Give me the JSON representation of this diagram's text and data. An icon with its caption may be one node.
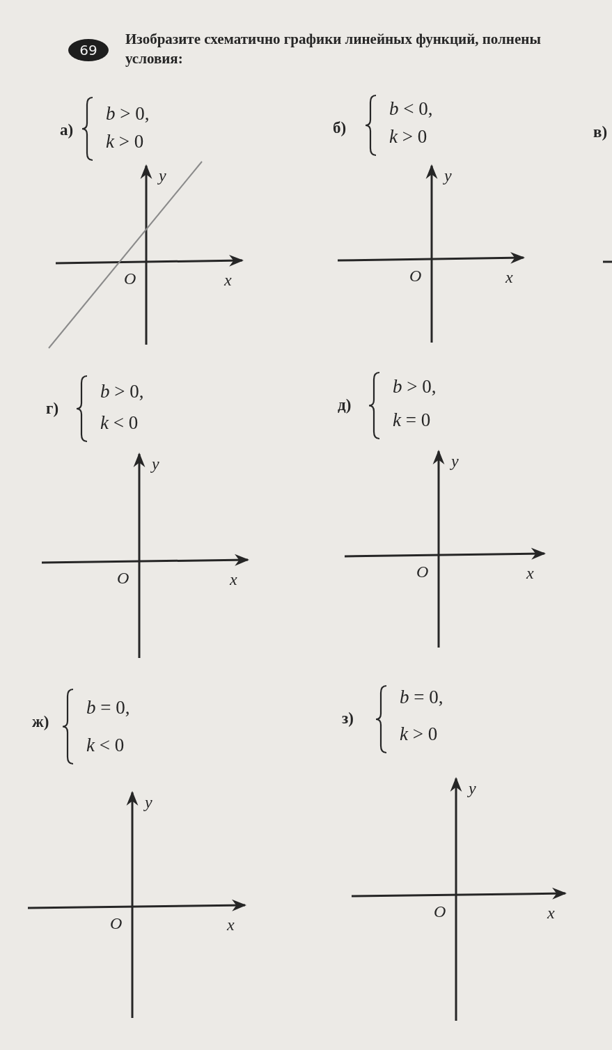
{
  "diagram": {
    "title": "Изобразите схематично графики линейных функций, полнены условия:",
    "labels": [
      "69",
      "а)",
      "*b* > 0,",
      "*k* > 0",
      "б)",
      "*b* < 0,",
      "*k* > 0",
      "в)",
      "y",
      "O",
      "x",
      "y",
      "O",
      "x",
      "г)",
      "*b* > 0,",
      "*k* < 0",
      "д)",
      "*b* > 0,",
      "*k* = 0",
      "y",
      "O",
      "x",
      "y",
      "O",
      "x",
      "ж)",
      "*b* = 0,",
      "*k* < 0",
      "з)",
      "*b* = 0,",
      "*k* > 0",
      "y",
      "O",
      "x",
      "y",
      "O",
      "x"
    ]
  }
}
